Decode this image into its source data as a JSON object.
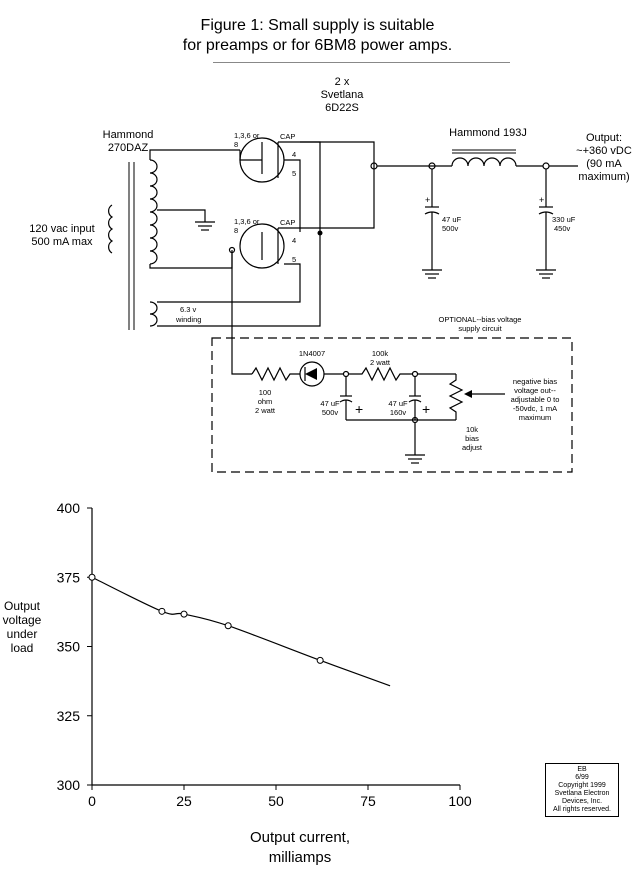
{
  "title": {
    "line1": "Figure 1: Small supply is suitable",
    "line2": "for preamps or for 6BM8 power amps."
  },
  "schematic": {
    "transformer_name": "Hammond",
    "transformer_model": "270DAZ",
    "input_line1": "120 vac input",
    "input_line2": "500 mA max",
    "heater_line1": "6.3 v",
    "heater_line2": "winding",
    "tube_count": "2 x",
    "tube_brand": "Svetlana",
    "tube_model": "6D22S",
    "pin_label1": "1,3,6 or",
    "pin_label2": "8",
    "cap_label": "CAP",
    "pin4": "4",
    "pin5": "5",
    "choke_label": "Hammond 193J",
    "output_line1": "Output:",
    "output_line2": "~+360 vDC",
    "output_line3": "(90 mA",
    "output_line4": "maximum)",
    "cap1_value": "47 uF",
    "cap1_voltage": "500v",
    "cap2_value": "330 uF",
    "cap2_voltage": "450v",
    "bias_title1": "OPTIONAL--bias voltage",
    "bias_title2": "supply circuit",
    "diode_label": "1N4007",
    "r1_line1": "100",
    "r1_line2": "ohm",
    "r1_line3": "2 watt",
    "r2_line1": "100k",
    "r2_line2": "2 watt",
    "cap3_value": "47 uF",
    "cap3_voltage": "500v",
    "cap4_value": "47 uF",
    "cap4_voltage": "160v",
    "pot_line1": "10k",
    "pot_line2": "bias",
    "pot_line3": "adjust",
    "bias_out1": "negative bias",
    "bias_out2": "voltage out--",
    "bias_out3": "adjustable 0 to",
    "bias_out4": "-50vdc, 1 mA",
    "bias_out5": "maximum",
    "plus_sign": "+"
  },
  "chart_data": {
    "type": "line",
    "x": [
      0,
      19,
      25,
      37,
      62,
      81
    ],
    "y": [
      375,
      362.7,
      361.7,
      357.5,
      345,
      335.8
    ],
    "markers": [
      [
        0,
        375
      ],
      [
        19,
        362.7
      ],
      [
        25,
        361.7
      ],
      [
        37,
        357.5
      ],
      [
        62,
        345
      ]
    ],
    "xlim": [
      0,
      100
    ],
    "ylim": [
      300,
      400
    ],
    "xticks": [
      "0",
      "25",
      "50",
      "75",
      "100"
    ],
    "yticks": [
      "300",
      "325",
      "350",
      "375",
      "400"
    ],
    "xlabel_line1": "Output current,",
    "xlabel_line2": "milliamps",
    "ylabel_lines": [
      "Output",
      "voltage",
      "under",
      "load"
    ],
    "grid": false
  },
  "copyright": {
    "line1": "EB",
    "line2": "6/99",
    "line3": "Copyright 1999",
    "line4": "Svetlana Electron",
    "line5": "Devices, Inc.",
    "line6": "All rights reserved."
  }
}
